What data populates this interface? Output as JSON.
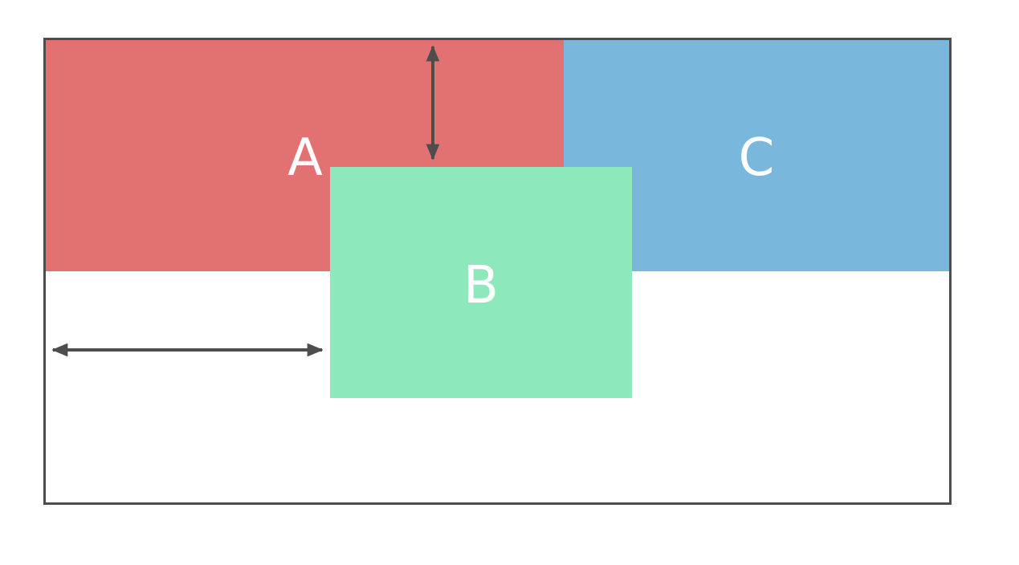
{
  "boxes": {
    "a": {
      "label": "A",
      "color": "#e27171"
    },
    "b": {
      "label": "B",
      "color": "#8de9bb"
    },
    "c": {
      "label": "C",
      "color": "#7ab7dd"
    }
  },
  "container": {
    "border_color": "#4d4d4d",
    "background": "#ffffff"
  },
  "arrows": {
    "color": "#4d4d4d"
  }
}
